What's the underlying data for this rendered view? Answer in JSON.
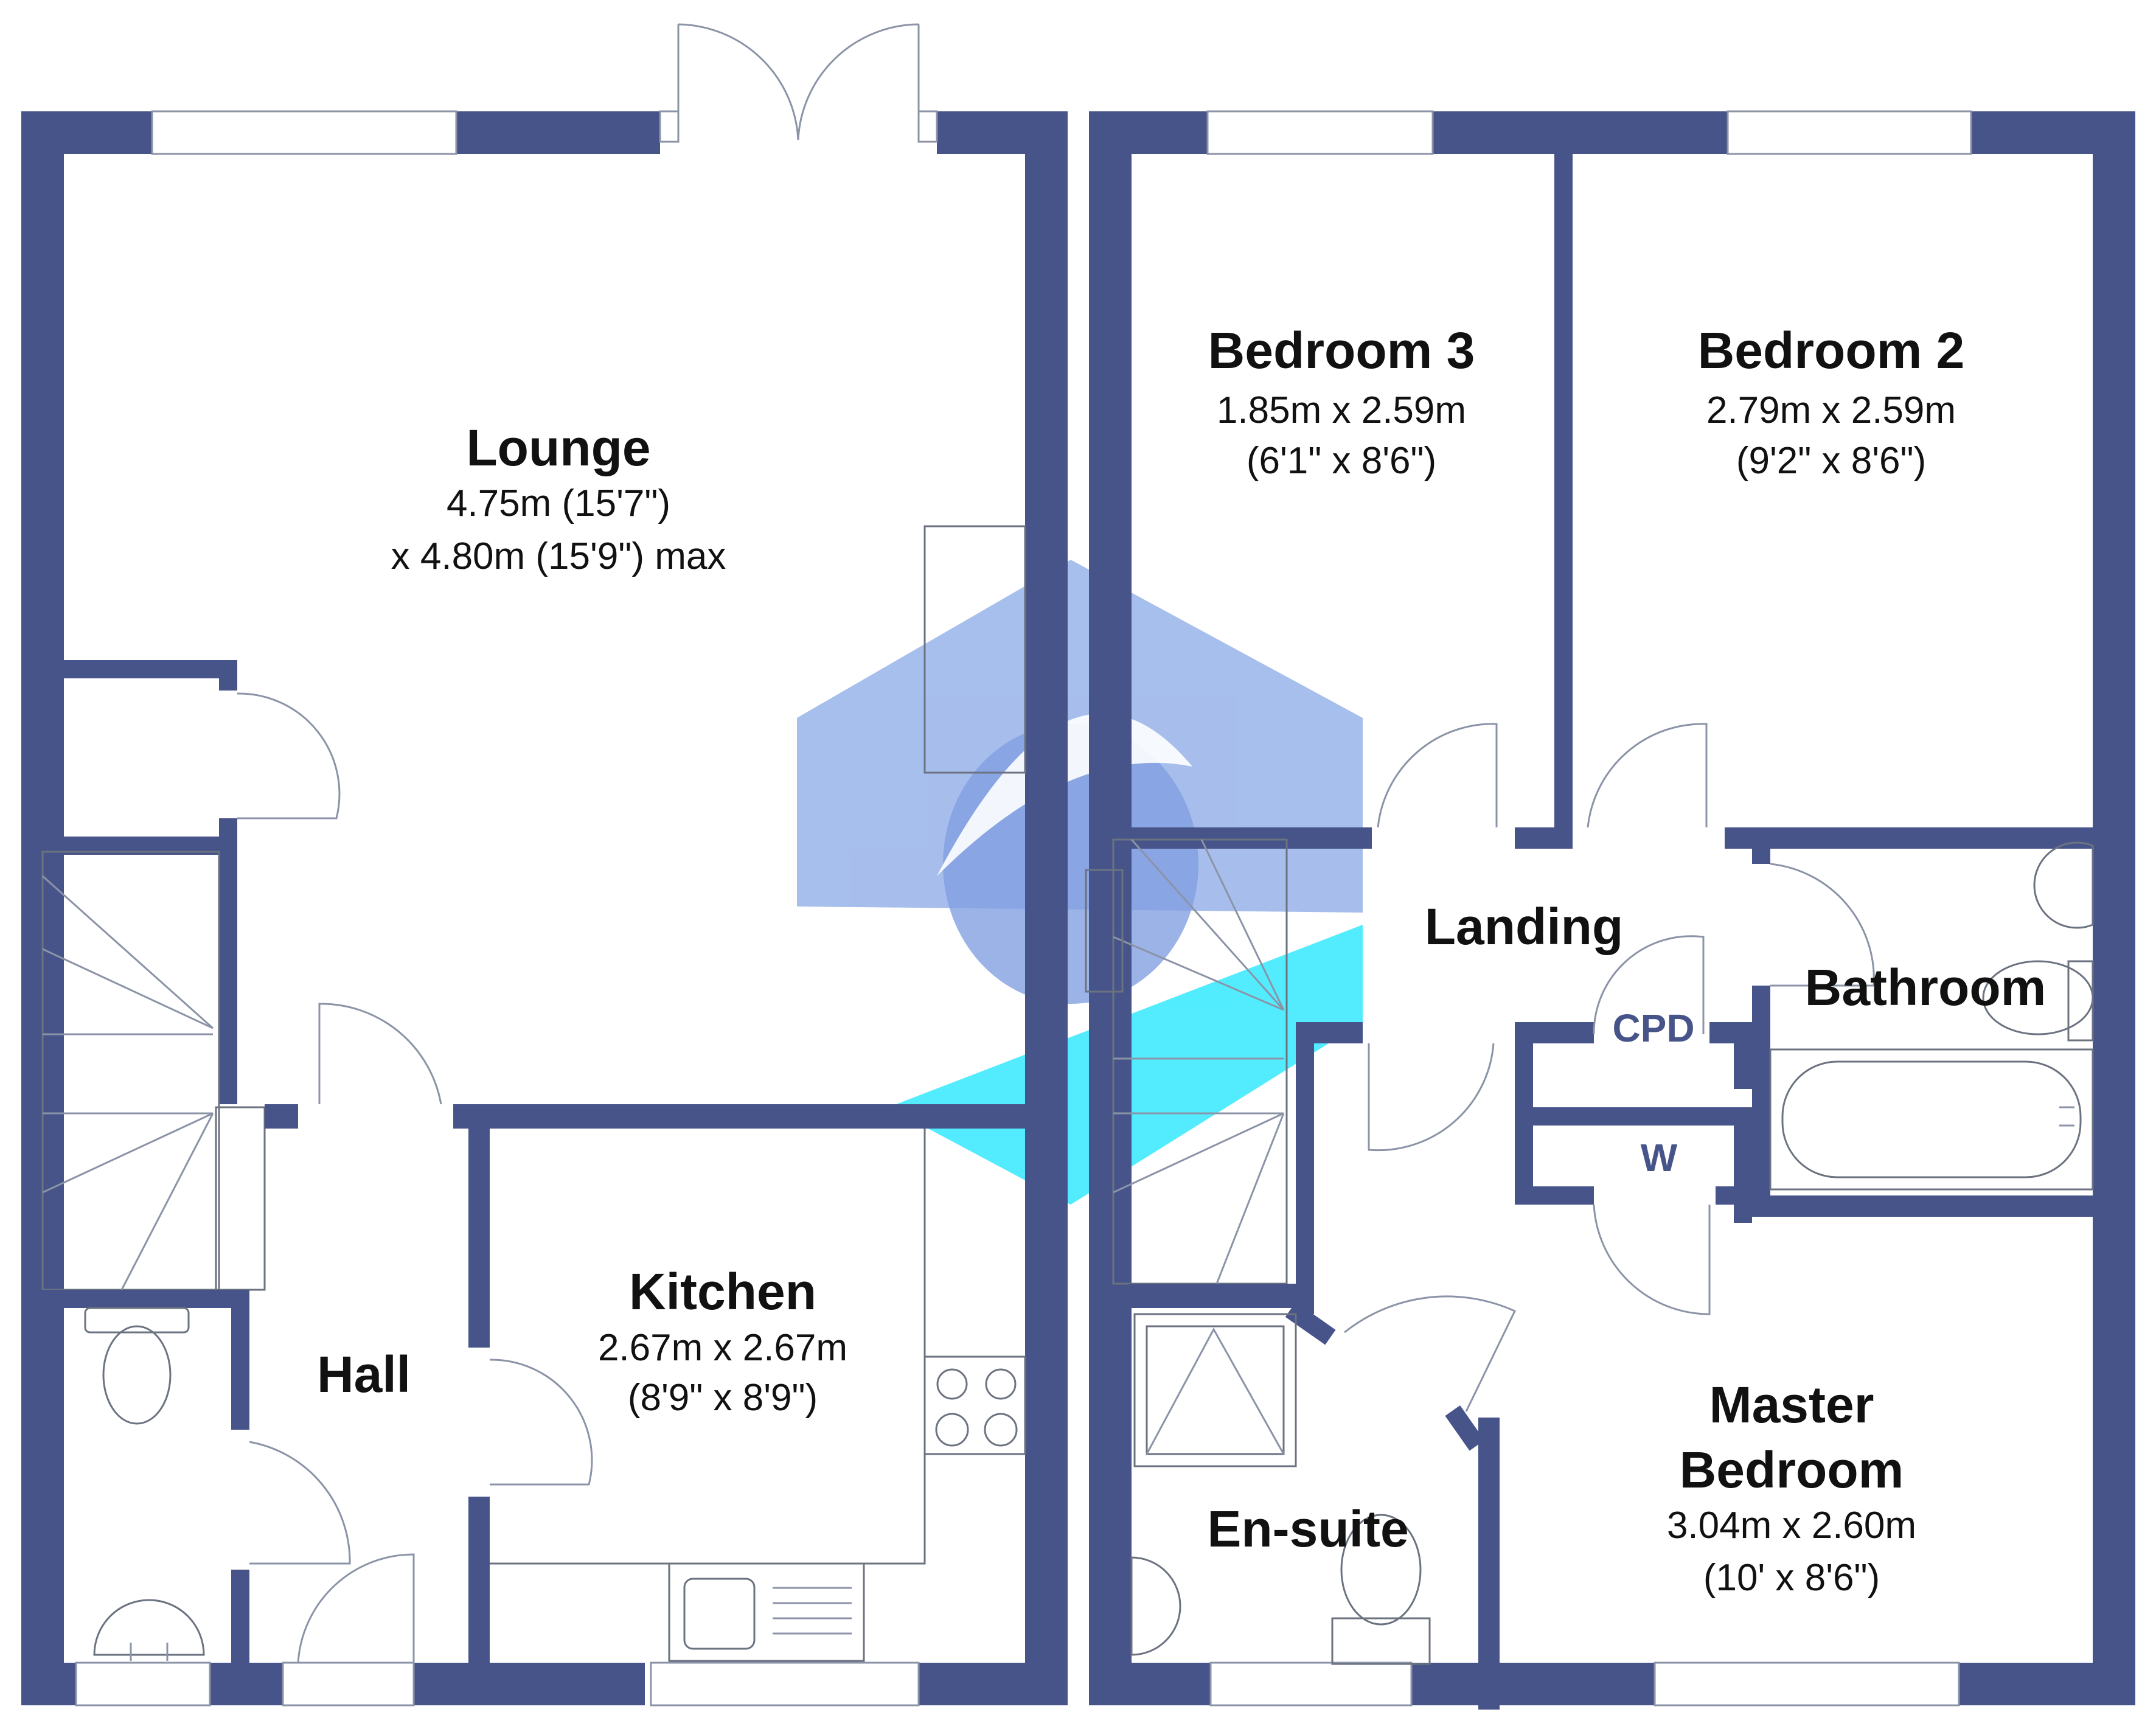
{
  "brand": {
    "wall_color": "#475489",
    "watermark_blue": "#8aa9e6",
    "watermark_cyan": "#19e6ff"
  },
  "rooms": {
    "lounge": {
      "name": "Lounge",
      "dim1": "4.75m (15'7\")",
      "dim2": "x 4.80m (15'9\") max"
    },
    "kitchen": {
      "name": "Kitchen",
      "dim1": "2.67m x 2.67m",
      "dim2": "(8'9\" x 8'9\")"
    },
    "hall": {
      "name": "Hall"
    },
    "bedroom3": {
      "name": "Bedroom 3",
      "dim1": "1.85m x 2.59m",
      "dim2": "(6'1\" x 8'6\")"
    },
    "bedroom2": {
      "name": "Bedroom 2",
      "dim1": "2.79m x 2.59m",
      "dim2": "(9'2\" x 8'6\")"
    },
    "landing": {
      "name": "Landing"
    },
    "bathroom": {
      "name": "Bathroom"
    },
    "cpd": {
      "name": "CPD"
    },
    "w": {
      "name": "W"
    },
    "master": {
      "name1": "Master",
      "name2": "Bedroom",
      "dim1": "3.04m x 2.60m",
      "dim2": "(10' x 8'6\")"
    },
    "ensuite": {
      "name": "En-suite"
    }
  }
}
